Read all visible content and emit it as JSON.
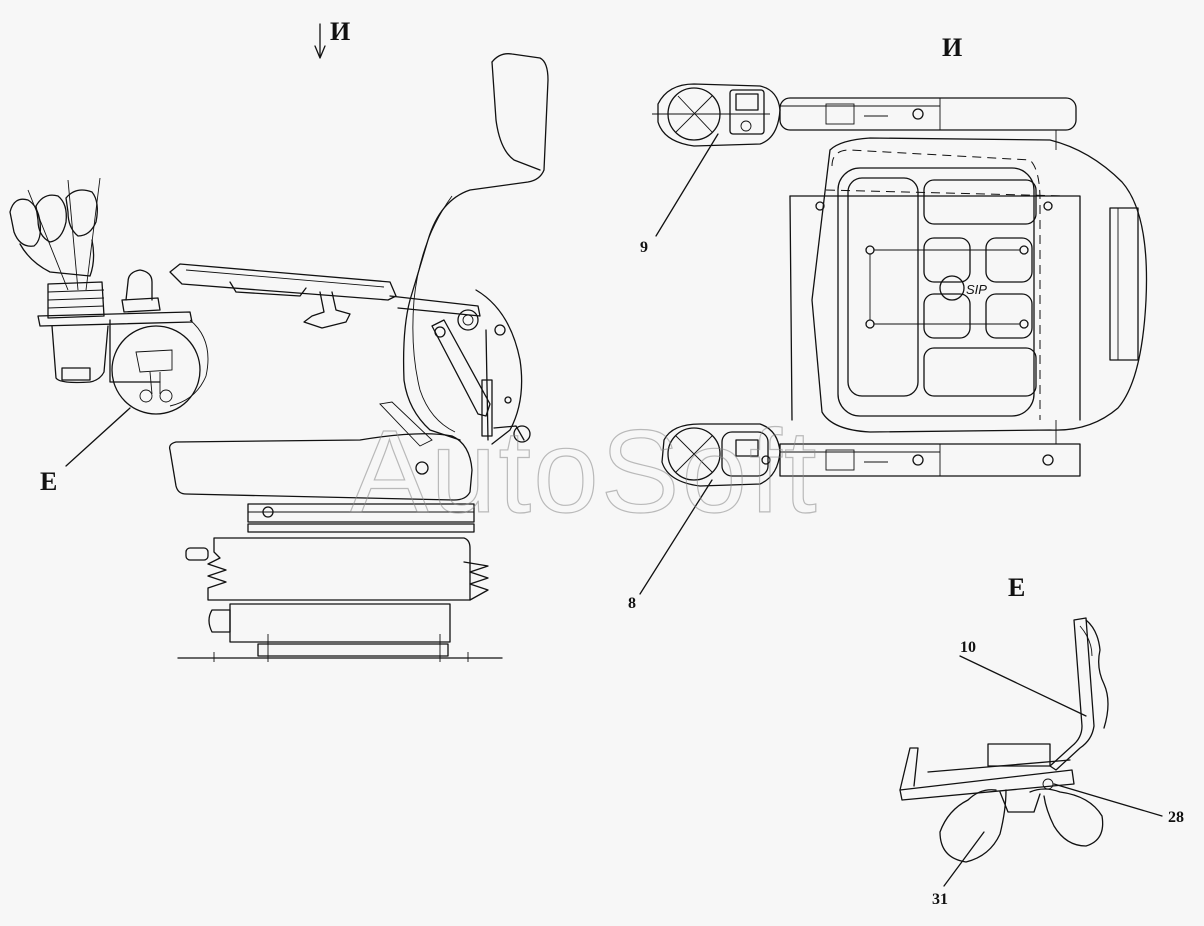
{
  "view_labels": {
    "arrow_view": "И",
    "top_view": "И",
    "detail_marker": "Е",
    "detail_view": "Е"
  },
  "callouts": {
    "c9": "9",
    "c8": "8",
    "c10": "10",
    "c28": "28",
    "c31": "31"
  },
  "watermark": "AutoSoft",
  "seat_logo": "SIP"
}
